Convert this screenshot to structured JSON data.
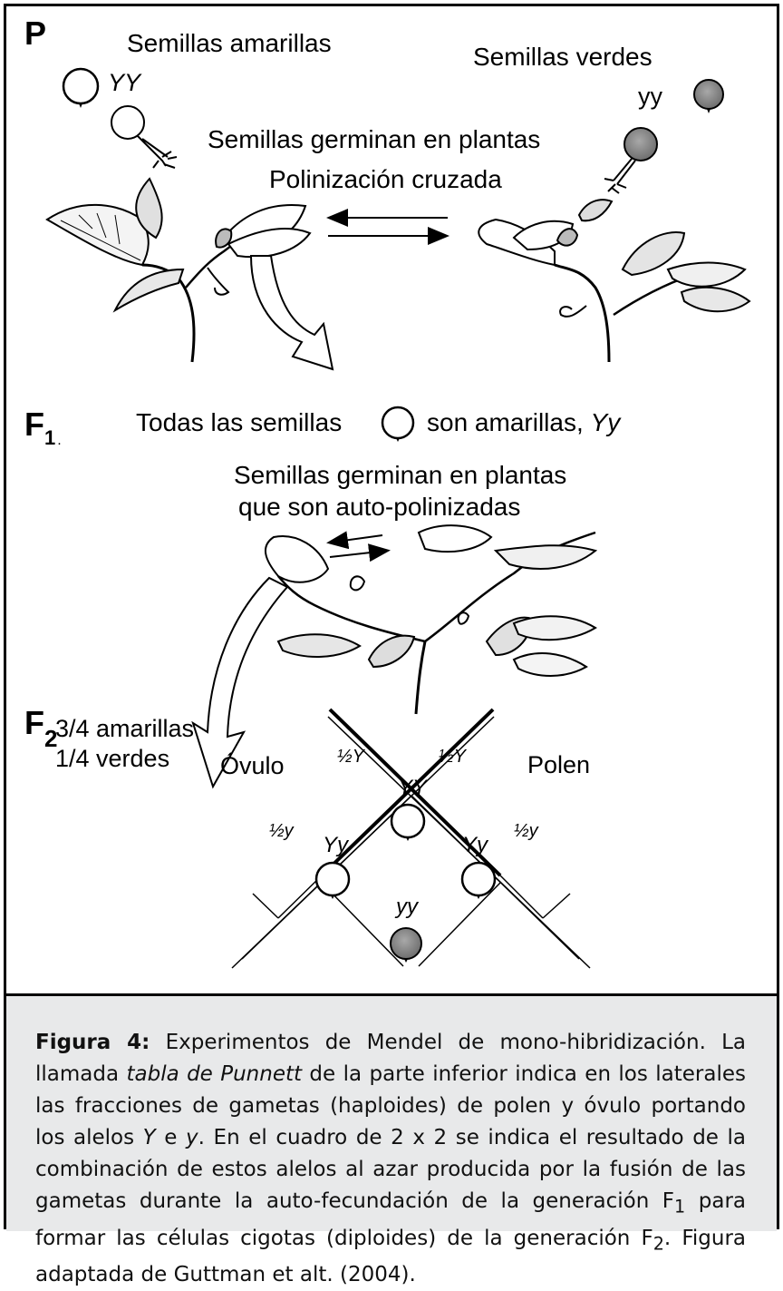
{
  "diagram": {
    "p_label": "P",
    "yellow_seeds": "Semillas amarillas",
    "yy_dominant": "YY",
    "green_seeds": "Semillas verdes",
    "yy_recessive": "yy",
    "germinate": "Semillas germinan en plantas",
    "cross_pollination": "Polinización cruzada",
    "f1_label": "F",
    "f1_sub": "1",
    "f1_dot": ".",
    "f1_all": "Todas las semillas",
    "f1_are": "son amarillas,",
    "f1_geno": "Yy",
    "f1_germ1": "Semillas germinan en plantas",
    "f1_germ2": "que son auto-polinizadas",
    "f2_label": "F",
    "f2_sub": "2",
    "f2_yellow": "3/4 amarillas",
    "f2_green": "1/4 verdes",
    "ovulo": "Óvulo",
    "polen": "Polen",
    "ovulo_Y": "½Y",
    "polen_Y": "½Y",
    "ovulo_y": "½y",
    "polen_y": "½y",
    "cell_YY": "YY",
    "cell_Yy_left": "Yy",
    "cell_Yy_right": "Yy",
    "cell_yy": "yy"
  },
  "caption": {
    "label": "Figura 4:",
    "t1": " Experimentos de Mendel de mono-hibridización. La llamada ",
    "i1": "tabla de Punnett",
    "t2": " de la parte inferior indica en los laterales las fracciones de gametas (haploides) de polen y óvulo portando los alelos ",
    "i2": "Y",
    "t3": " e ",
    "i3": "y",
    "t4": ". En el cuadro de 2 x 2 se indica el resultado de la combinación de estos alelos al azar producida por la fusión de las gametas durante la auto-fecundación de la generación F",
    "s1": "1",
    "t5": " para formar las células cigotas (diploides) de la generación F",
    "s2": "2",
    "t6": ". Figura adaptada de Guttman et alt. (2004)."
  },
  "colors": {
    "caption_bg": "#E8E9EA",
    "green_seed": "#8C8C8C",
    "ink": "#000000"
  }
}
